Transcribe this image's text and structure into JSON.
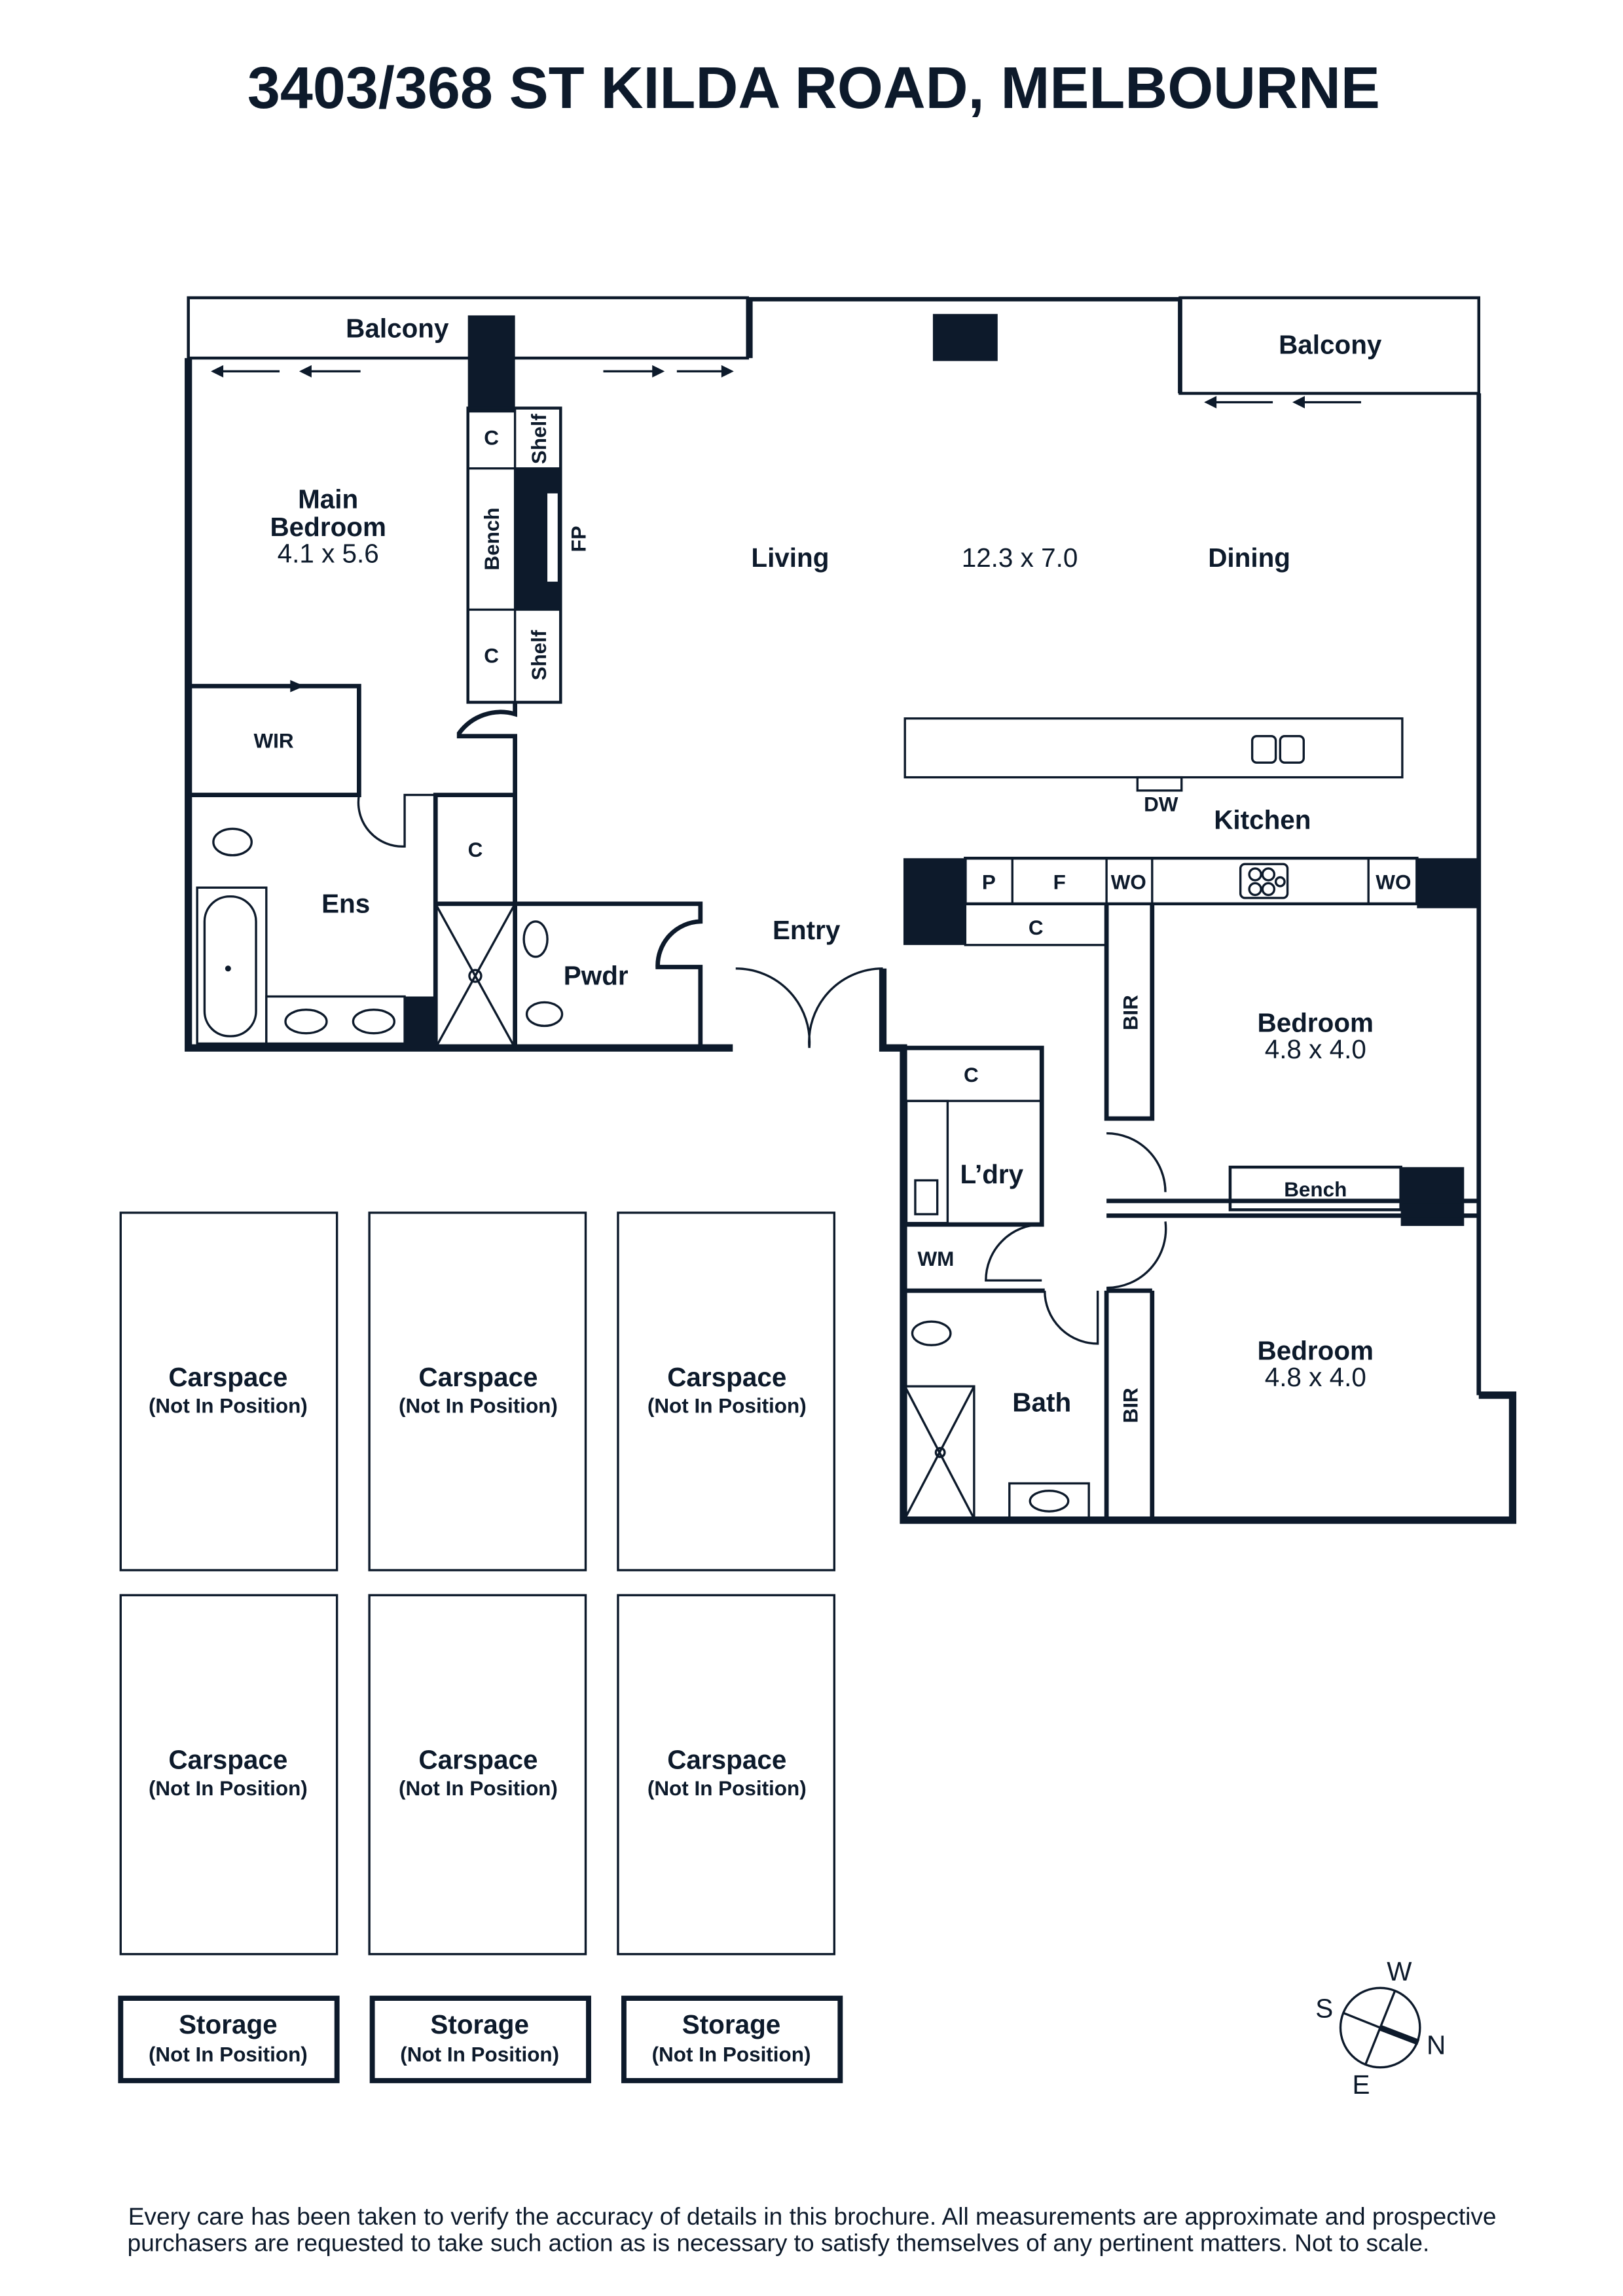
{
  "title": "3403/368 ST KILDA ROAD, MELBOURNE",
  "rooms": {
    "balcony_left": "Balcony",
    "balcony_right": "Balcony",
    "main_bedroom_1": "Main",
    "main_bedroom_2": "Bedroom",
    "main_bedroom_dim": "4.1 x 5.6",
    "living": "Living",
    "living_dim": "12.3 x 7.0",
    "dining": "Dining",
    "kitchen": "Kitchen",
    "wir": "WIR",
    "ens": "Ens",
    "pwdr": "Pwdr",
    "entry": "Entry",
    "laundry": "L’dry",
    "wm": "WM",
    "bath": "Bath",
    "bedroom2": "Bedroom",
    "bedroom2_dim": "4.8 x 4.0",
    "bedroom3": "Bedroom",
    "bedroom3_dim": "4.8 x 4.0"
  },
  "fixtures": {
    "c": "C",
    "shelf": "Shelf",
    "bench": "Bench",
    "fp": "FP",
    "dw": "DW",
    "p": "P",
    "f": "F",
    "wo": "WO",
    "bir": "BIR"
  },
  "parking": [
    {
      "label": "Carspace",
      "note": "(Not In Position)"
    },
    {
      "label": "Carspace",
      "note": "(Not In Position)"
    },
    {
      "label": "Carspace",
      "note": "(Not In Position)"
    },
    {
      "label": "Carspace",
      "note": "(Not In Position)"
    },
    {
      "label": "Carspace",
      "note": "(Not In Position)"
    },
    {
      "label": "Carspace",
      "note": "(Not In Position)"
    }
  ],
  "storage": [
    {
      "label": "Storage",
      "note": "(Not In Position)"
    },
    {
      "label": "Storage",
      "note": "(Not In Position)"
    },
    {
      "label": "Storage",
      "note": "(Not In Position)"
    }
  ],
  "compass": {
    "w": "W",
    "s": "S",
    "n": "N",
    "e": "E"
  },
  "disclaimer": {
    "line1": "Every care has been taken to verify the accuracy of details in this brochure. All measurements are approximate and prospective",
    "line2": "purchasers are requested to take such action as is necessary to satisfy themselves of any pertinent matters. Not to scale."
  },
  "colors": {
    "ink": "#0d1a2b",
    "background": "#ffffff"
  }
}
